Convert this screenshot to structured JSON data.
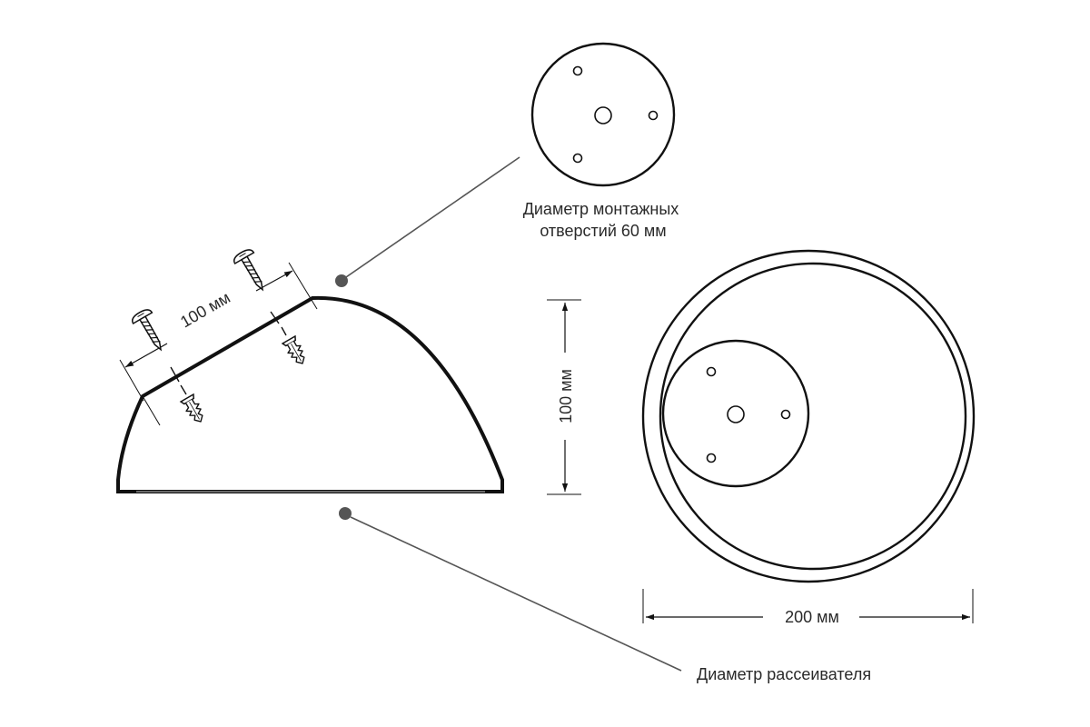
{
  "labels": {
    "mount_hole_diameter_line1": "Диаметр монтажных",
    "mount_hole_diameter_line2": "отверстий 60 мм",
    "screw_spacing": "100 мм",
    "height": "100 мм",
    "outer_diameter": "200 мм",
    "diffuser_diameter": "Диаметр рассеивателя"
  },
  "icons": [
    "screw-icon",
    "wall-plug-icon",
    "mounting-plate-icon",
    "leader-dot-icon"
  ]
}
